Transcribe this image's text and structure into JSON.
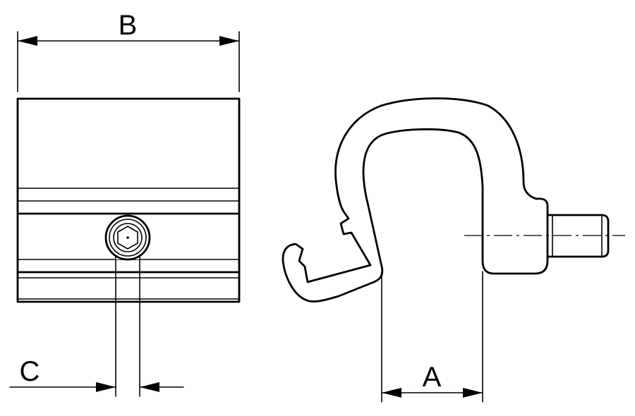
{
  "diagram": {
    "labels": {
      "width": "B",
      "screw_gap": "C",
      "opening": "A"
    }
  }
}
